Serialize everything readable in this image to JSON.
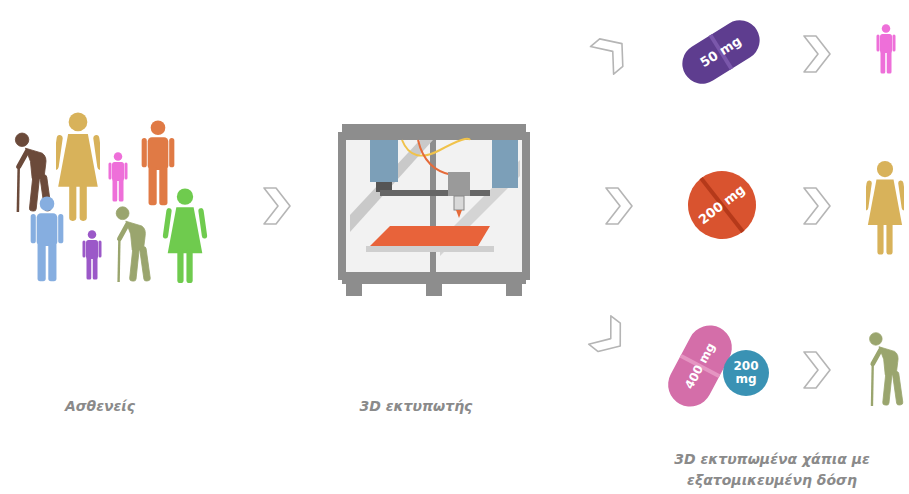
{
  "diagram": {
    "nodes": [
      {
        "text": [
          "50 mg"
        ]
      },
      {
        "text": [
          "200 mg"
        ]
      },
      {
        "text": [
          "400 mg"
        ]
      },
      {
        "text": [
          "200 mg"
        ]
      }
    ],
    "labels": [
      "Ασθενείς",
      "3D εκτυπωτής",
      "3D εκτυπωμένα χάπια με εξατομικευμένη δόση"
    ]
  }
}
